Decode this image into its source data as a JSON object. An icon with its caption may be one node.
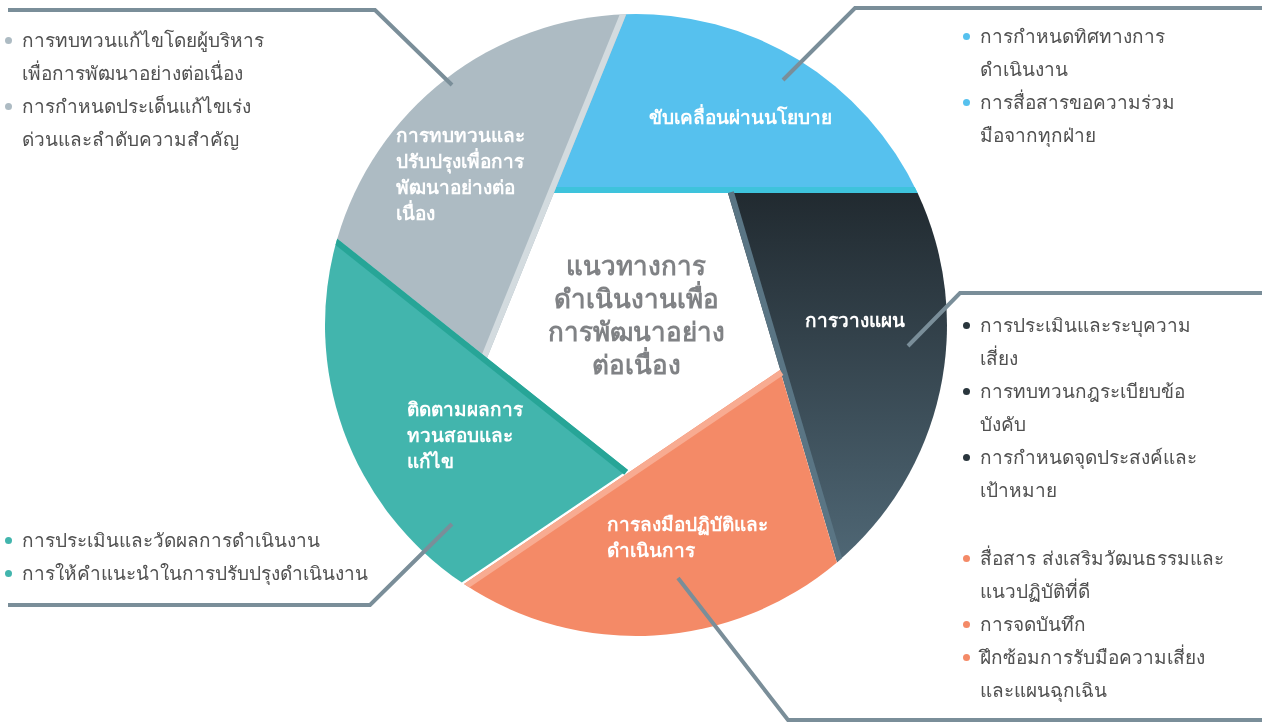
{
  "diagram": {
    "nodes": [
      {
        "text": [
          "การทบทวนแก้ไขโดยผู้บริหารเพื่อการพัฒนาอย่างต่อเนื่อง",
          "การกำหนดประเด็นแก้ไขเร่งด่วนและลำดับความสำคัญ"
        ]
      },
      {
        "text": [
          "การกำหนดทิศทางการดำเนินงาน",
          "การสื่อสารขอความร่วมมือจากทุกฝ่าย"
        ]
      },
      {
        "text": [
          "ขับเคลื่อนผ่านนโยบาย"
        ]
      },
      {
        "text": [
          "การทบทวนและปรับปรุงเพื่อการพัฒนาอย่างต่อเนื่อง"
        ]
      },
      {
        "text": [
          "แนวทางการดำเนินงานเพื่อการพัฒนาอย่างต่อเนื่อง"
        ]
      },
      {
        "text": [
          "การวางแผน"
        ]
      },
      {
        "text": [
          "การประเมินและระบุความเสี่ยง",
          "การทบทวนกฎระเบียบข้อบังคับ",
          "การกำหนดจุดประสงค์และเป้าหมาย"
        ]
      },
      {
        "text": [
          "ติดตามผลการทวนสอบและแก้ไข"
        ]
      },
      {
        "text": [
          "การลงมือปฏิบัติและดำเนินการ"
        ]
      },
      {
        "text": [
          "การประเมินและวัดผลการดำเนินงาน",
          "การให้คำแนะนำในการปรับปรุงดำเนินงาน"
        ]
      },
      {
        "text": [
          "สื่อสาร ส่งเสริมวัฒนธรรมและแนวปฏิบัติที่ดี",
          "การจดบันทึก",
          "ฝึกซ้อมการรับมือความเสี่ยงและแผนฉุกเฉิน"
        ]
      }
    ],
    "edges": [
      {
        "from": 0,
        "to": 3,
        "arrow": "none"
      },
      {
        "from": 1,
        "to": 2,
        "arrow": "none"
      },
      {
        "from": 6,
        "to": 5,
        "arrow": "none"
      },
      {
        "from": 9,
        "to": 7,
        "arrow": "none"
      },
      {
        "from": 10,
        "to": 8,
        "arrow": "none"
      }
    ]
  }
}
